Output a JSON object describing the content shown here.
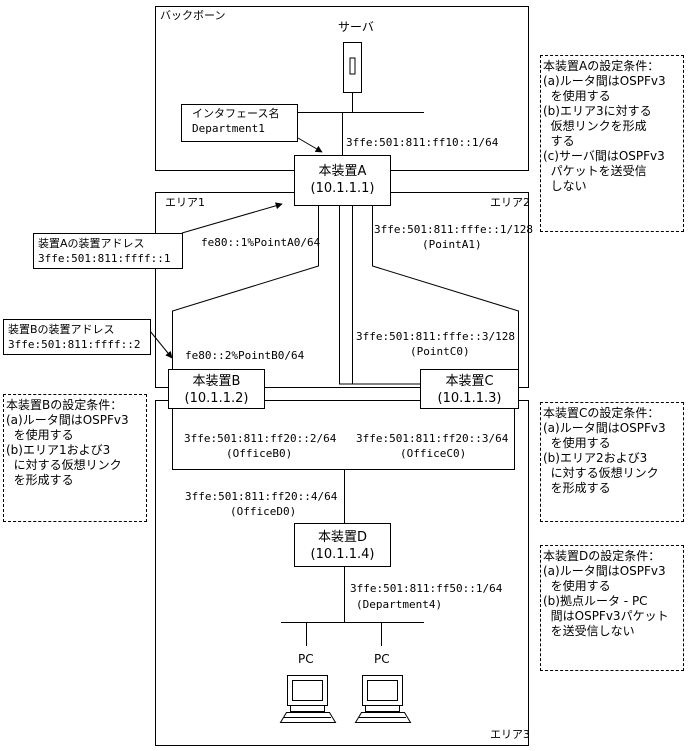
{
  "areas": {
    "backbone": "バックボーン",
    "area1": "エリア1",
    "area2": "エリア2",
    "area3": "エリア3"
  },
  "server": {
    "label": "サーバ",
    "address": "3ffe:501:811:ff10::1/64"
  },
  "interface_label": {
    "title": "インタフェース名",
    "value": "Department1"
  },
  "devices": {
    "a": {
      "name": "本装置A",
      "id": "(10.1.1.1)"
    },
    "b": {
      "name": "本装置B",
      "id": "(10.1.1.2)"
    },
    "c": {
      "name": "本装置C",
      "id": "(10.1.1.3)"
    },
    "d": {
      "name": "本装置D",
      "id": "(10.1.1.4)"
    }
  },
  "device_address_a": {
    "title": "装置Aの装置アドレス",
    "value": "3ffe:501:811:ffff::1"
  },
  "device_address_b": {
    "title": "装置Bの装置アドレス",
    "value": "3ffe:501:811:ffff::2"
  },
  "links": {
    "point_a0": "fe80::1%PointA0/64",
    "point_a1_addr": "3ffe:501:811:fffe::1/128",
    "point_a1_name": "(PointA1)",
    "point_b0": "fe80::2%PointB0/64",
    "point_c0_addr": "3ffe:501:811:fffe::3/128",
    "point_c0_name": "(PointC0)",
    "office_b0_addr": "3ffe:501:811:ff20::2/64",
    "office_b0_name": "(OfficeB0)",
    "office_c0_addr": "3ffe:501:811:ff20::3/64",
    "office_c0_name": "(OfficeC0)",
    "office_d0_addr": "3ffe:501:811:ff20::4/64",
    "office_d0_name": "(OfficeD0)",
    "dept4_addr": "3ffe:501:811:ff50::1/64",
    "dept4_name": "(Department4)"
  },
  "pcs": [
    "PC",
    "PC"
  ],
  "notes": {
    "a": [
      "本装置Aの設定条件：",
      "(a)ルータ間はOSPFv3",
      "  を使用する",
      "(b)エリア3に対する",
      "  仮想リンクを形成",
      "  する",
      "(c)サーバ間はOSPFv3",
      "  パケットを送受信",
      "  しない"
    ],
    "b": [
      "本装置Bの設定条件：",
      "(a)ルータ間はOSPFv3",
      "  を使用する",
      "(b)エリア1および3",
      "  に対する仮想リンク",
      "  を形成する"
    ],
    "c": [
      "本装置Cの設定条件：",
      "(a)ルータ間はOSPFv3",
      "  を使用する",
      "(b)エリア2および3",
      "  に対する仮想リンク",
      "  を形成する"
    ],
    "d": [
      "本装置Dの設定条件：",
      "(a)ルータ間はOSPFv3",
      "  を使用する",
      "(b)拠点ルータ - PC",
      "  間はOSPFv3パケット",
      "  を送受信しない"
    ]
  }
}
